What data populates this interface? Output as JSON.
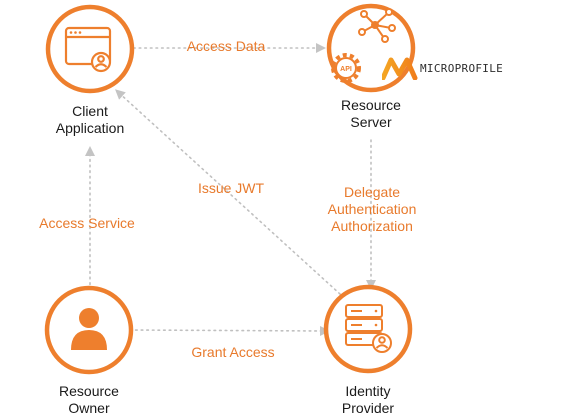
{
  "nodes": {
    "client": {
      "label": "Client\nApplication"
    },
    "resource_server": {
      "label": "Resource\nServer"
    },
    "resource_owner": {
      "label": "Resource\nOwner"
    },
    "identity_provider": {
      "label": "Identity\nProvider"
    }
  },
  "edges": {
    "access_data": "Access Data",
    "issue_jwt": "Issue JWT",
    "access_service": "Access Service",
    "delegate": "Delegate\nAuthentication\nAuthorization",
    "grant_access": "Grant Access"
  },
  "logo": {
    "text": "MICROPROFILE"
  },
  "colors": {
    "accent": "#e87a2c",
    "arrow": "#b8b8b8",
    "text": "#1a1a1a"
  },
  "icons": {
    "client": "browser-window-user-icon",
    "resource_server": "network-api-gear-icon",
    "resource_owner": "person-icon",
    "identity_provider": "server-user-icon",
    "logo": "microprofile-logo"
  }
}
